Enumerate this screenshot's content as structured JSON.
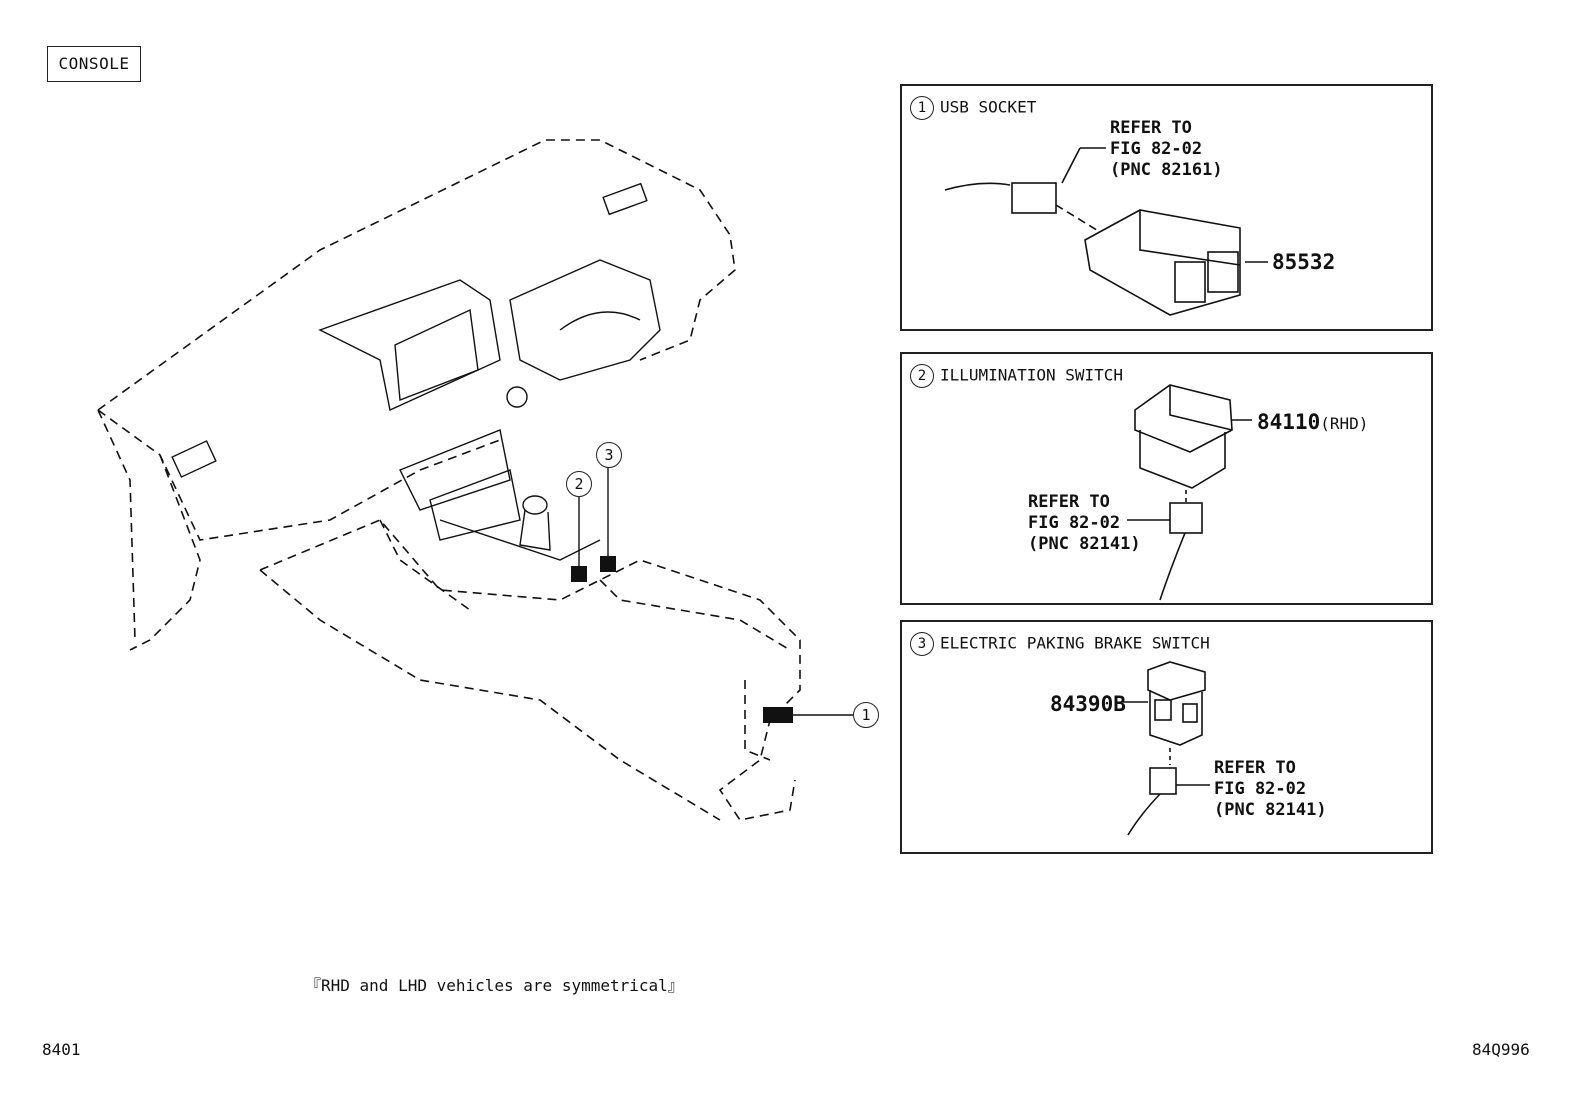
{
  "section_tag": "CONSOLE",
  "panels": [
    {
      "number": "1",
      "title": "USB SOCKET",
      "refer": "REFER TO\nFIG 82-02\n(PNC 82161)",
      "part_number": "85532",
      "part_suffix": ""
    },
    {
      "number": "2",
      "title": "ILLUMINATION SWITCH",
      "refer": "REFER TO\nFIG 82-02\n(PNC 82141)",
      "part_number": "84110",
      "part_suffix": "(RHD)"
    },
    {
      "number": "3",
      "title": "ELECTRIC PAKING BRAKE SWITCH",
      "refer": "REFER TO\nFIG 82-02\n(PNC 82141)",
      "part_number": "84390B",
      "part_suffix": ""
    }
  ],
  "callouts": [
    "1",
    "2",
    "3"
  ],
  "symmetry_note": "『RHD and LHD vehicles are symmetrical』",
  "footer_left": "8401",
  "footer_right": "84Q996"
}
